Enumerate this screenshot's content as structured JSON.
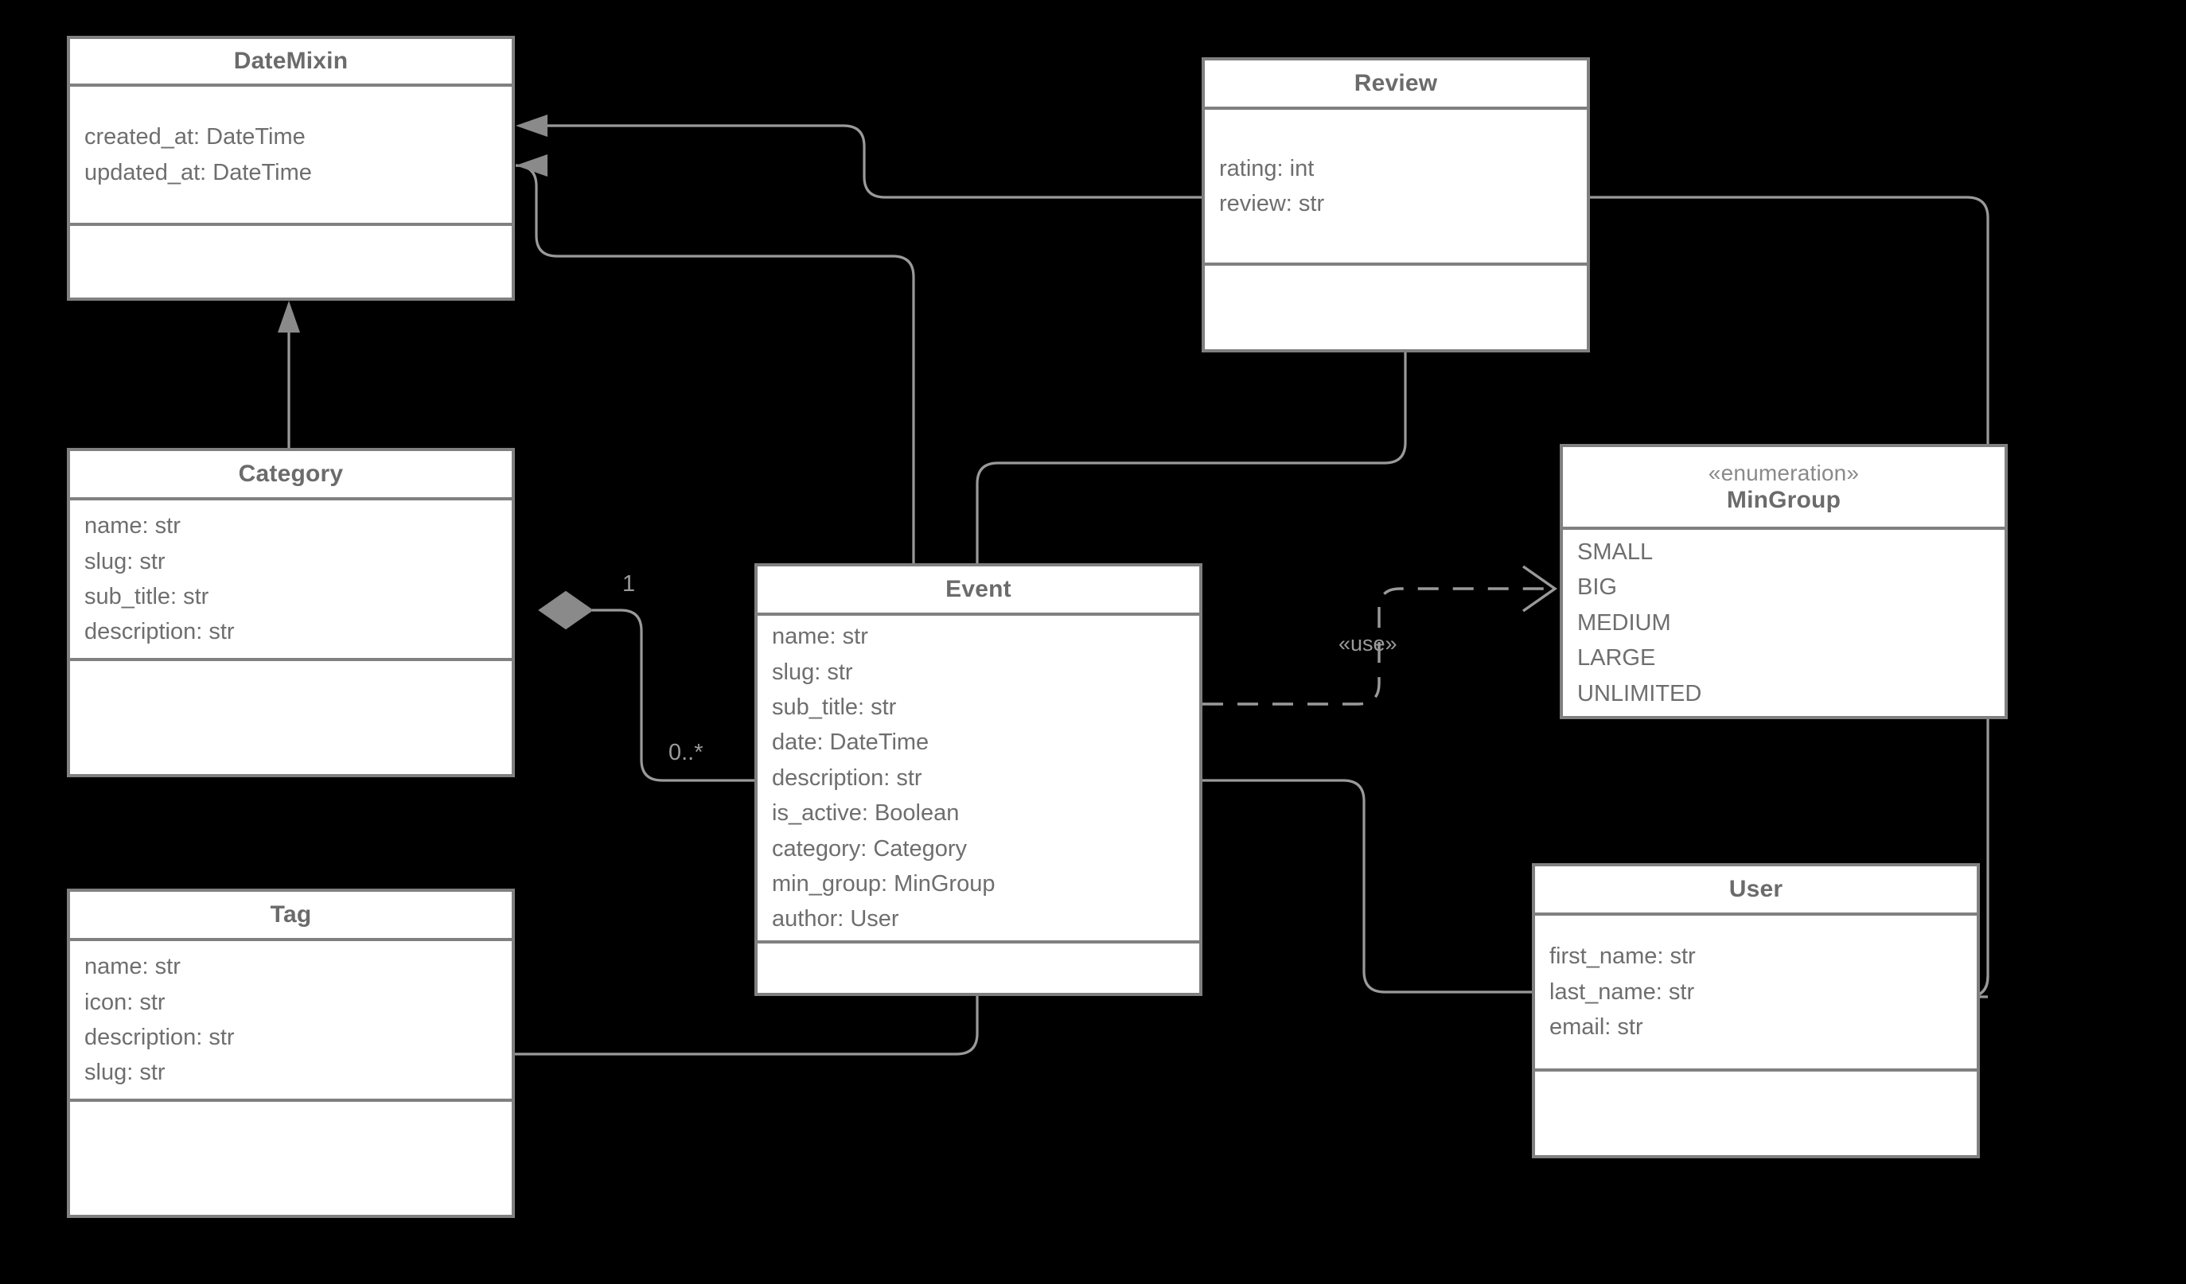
{
  "diagram": {
    "type": "uml-class-diagram",
    "background_color": "#000000",
    "box_fill_color": "#ffffff",
    "box_border_color": "#808080",
    "text_color": "#6b6b6b",
    "edge_color": "#9a9a9a"
  },
  "classes": {
    "datemixin": {
      "name": "DateMixin",
      "stereotype": "",
      "attributes": [
        "created_at: DateTime",
        "updated_at: DateTime"
      ],
      "methods": []
    },
    "category": {
      "name": "Category",
      "stereotype": "",
      "attributes": [
        "name: str",
        "slug: str",
        "sub_title: str",
        "description: str"
      ],
      "methods": []
    },
    "tag": {
      "name": "Tag",
      "stereotype": "",
      "attributes": [
        "name: str",
        "icon: str",
        "description: str",
        "slug: str"
      ],
      "methods": []
    },
    "event": {
      "name": "Event",
      "stereotype": "",
      "attributes": [
        "name: str",
        "slug: str",
        "sub_title: str",
        "date: DateTime",
        "description: str",
        "is_active: Boolean",
        "category: Category",
        "min_group: MinGroup",
        "author: User"
      ],
      "methods": []
    },
    "review": {
      "name": "Review",
      "stereotype": "",
      "attributes": [
        "rating: int",
        "review: str"
      ],
      "methods": []
    },
    "mingroup": {
      "name": "MinGroup",
      "stereotype": "« enumeration »",
      "stereotype_display": "«enumeration»",
      "attributes": [
        "SMALL",
        "BIG",
        "MEDIUM",
        "LARGE",
        "UNLIMITED"
      ],
      "methods": []
    },
    "user": {
      "name": "User",
      "stereotype": "",
      "attributes": [
        "first_name: str",
        "last_name: str",
        "email: str"
      ],
      "methods": []
    }
  },
  "relationships": {
    "category_inherits_datemixin": {
      "kind": "generalization",
      "from": "Category",
      "to": "DateMixin",
      "label": ""
    },
    "review_inherits_datemixin": {
      "kind": "generalization",
      "from": "Review",
      "to": "DateMixin",
      "label": ""
    },
    "event_inherits_datemixin": {
      "kind": "generalization",
      "from": "Event",
      "to": "DateMixin",
      "label": ""
    },
    "category_aggregates_event": {
      "kind": "aggregation",
      "from": "Category",
      "to": "Event",
      "source_multiplicity": "1",
      "target_multiplicity": "0..*"
    },
    "event_uses_mingroup": {
      "kind": "dependency",
      "from": "Event",
      "to": "MinGroup",
      "label": "«use»"
    },
    "event_review": {
      "kind": "association",
      "from": "Event",
      "to": "Review",
      "label": ""
    },
    "event_user": {
      "kind": "association",
      "from": "Event",
      "to": "User",
      "label": ""
    },
    "tag_event": {
      "kind": "association",
      "from": "Tag",
      "to": "Event",
      "label": ""
    },
    "review_user": {
      "kind": "association",
      "from": "Review",
      "to": "User",
      "label": ""
    }
  },
  "labels": {
    "multiplicity_one": "1",
    "multiplicity_many": "0..*",
    "use_stereotype": "«use»"
  }
}
